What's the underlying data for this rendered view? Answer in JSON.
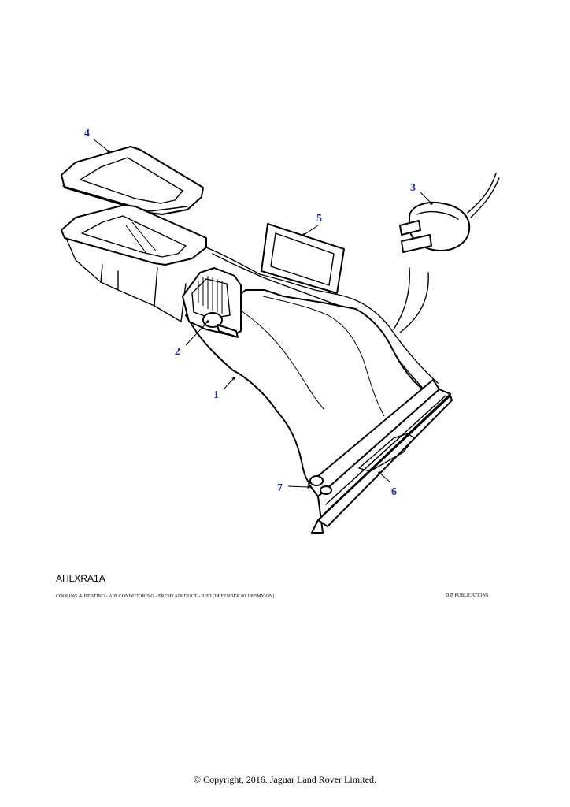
{
  "callouts": [
    "1",
    "2",
    "3",
    "4",
    "5",
    "6",
    "7"
  ],
  "illustration_code": "AHLXRA1A",
  "caption": "COOLING & HEATING - AIR CONDITIONING - FRESH AIR DUCT -  RHD (DEFENDER 90 1995MY ON)",
  "publisher": "D.P. PUBLICATIONS",
  "copyright": "© Copyright, 2016. Jaguar Land Rover Limited."
}
